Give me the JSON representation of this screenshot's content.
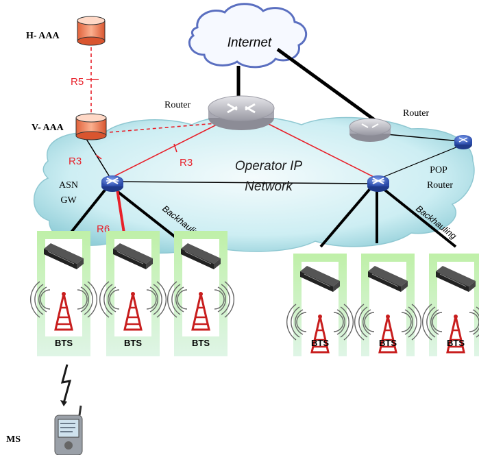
{
  "labels": {
    "internet": "Internet",
    "operator_network_line1": "Operator IP",
    "operator_network_line2": "Network",
    "router_main": "Router",
    "router_right": "Router",
    "pop_router_line1": "POP",
    "pop_router_line2": "Router",
    "h_aaa": "H- AAA",
    "v_aaa": "V- AAA",
    "asn_gw_line1": "ASN",
    "asn_gw_line2": "GW",
    "r3_left": "R3",
    "r3_mid": "R3",
    "r5": "R5",
    "r6": "R6",
    "backhauling_left": "Backhauling",
    "backhauling_right": "Backhauling",
    "ms": "MS"
  },
  "bts_label": "BTS",
  "bts_sites": [
    {
      "id": "bts-1"
    },
    {
      "id": "bts-2"
    },
    {
      "id": "bts-3"
    },
    {
      "id": "bts-4"
    },
    {
      "id": "bts-5"
    },
    {
      "id": "bts-6"
    }
  ],
  "colors": {
    "reference_link": "#e8202a",
    "backhaul_link": "#000000",
    "cloud_fill": "#bfe6ec",
    "bts_panel": "#c8f0b4",
    "database": "#f4845c",
    "router_blue": "#3a62c8",
    "tower_red": "#c81e1e"
  }
}
